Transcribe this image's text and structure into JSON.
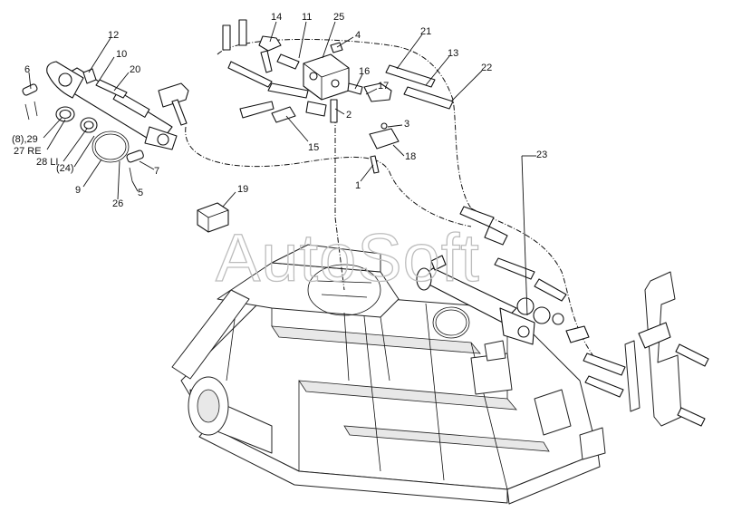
{
  "watermark": "AutoSoft",
  "labels": [
    {
      "id": "14",
      "text": "14"
    },
    {
      "id": "11",
      "text": "11"
    },
    {
      "id": "25",
      "text": "25"
    },
    {
      "id": "4",
      "text": "4"
    },
    {
      "id": "21",
      "text": "21"
    },
    {
      "id": "13",
      "text": "13"
    },
    {
      "id": "22",
      "text": "22"
    },
    {
      "id": "12",
      "text": "12"
    },
    {
      "id": "10",
      "text": "10"
    },
    {
      "id": "20",
      "text": "20"
    },
    {
      "id": "6",
      "text": "6"
    },
    {
      "id": "16",
      "text": "16"
    },
    {
      "id": "17",
      "text": "17"
    },
    {
      "id": "2",
      "text": "2"
    },
    {
      "id": "3",
      "text": "3"
    },
    {
      "id": "15",
      "text": "15"
    },
    {
      "id": "18",
      "text": "18"
    },
    {
      "id": "1",
      "text": "1"
    },
    {
      "id": "8-29",
      "text": "(8),29"
    },
    {
      "id": "27re",
      "text": "27 RE"
    },
    {
      "id": "28li",
      "text": "28 LI"
    },
    {
      "id": "24",
      "text": "(24)"
    },
    {
      "id": "7",
      "text": "7"
    },
    {
      "id": "9",
      "text": "9"
    },
    {
      "id": "5",
      "text": "5"
    },
    {
      "id": "26",
      "text": "26"
    },
    {
      "id": "23",
      "text": "23"
    },
    {
      "id": "19",
      "text": "19"
    }
  ]
}
